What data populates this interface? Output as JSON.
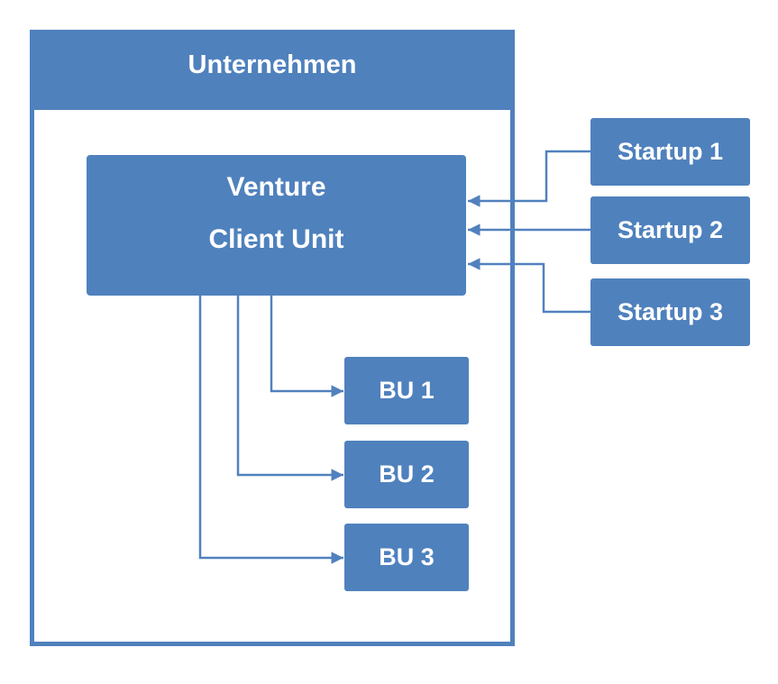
{
  "diagram": {
    "container": {
      "label": "Unternehmen"
    },
    "venture_client_unit": {
      "line1": "Venture",
      "line2": "Client Unit"
    },
    "startups": [
      {
        "label": "Startup 1"
      },
      {
        "label": "Startup 2"
      },
      {
        "label": "Startup 3"
      }
    ],
    "business_units": [
      {
        "label": "BU 1"
      },
      {
        "label": "BU 2"
      },
      {
        "label": "BU 3"
      }
    ],
    "edges": [
      {
        "from": "Startup 1",
        "to": "Venture Client Unit"
      },
      {
        "from": "Startup 2",
        "to": "Venture Client Unit"
      },
      {
        "from": "Startup 3",
        "to": "Venture Client Unit"
      },
      {
        "from": "Venture Client Unit",
        "to": "BU 1"
      },
      {
        "from": "Venture Client Unit",
        "to": "BU 2"
      },
      {
        "from": "Venture Client Unit",
        "to": "BU 3"
      }
    ],
    "colors": {
      "box_fill": "#4F81BD",
      "box_text": "#FFFFFF",
      "container_border": "#4F81BD",
      "connector": "#5181BE",
      "canvas_bg": "#FFFFFF"
    }
  }
}
